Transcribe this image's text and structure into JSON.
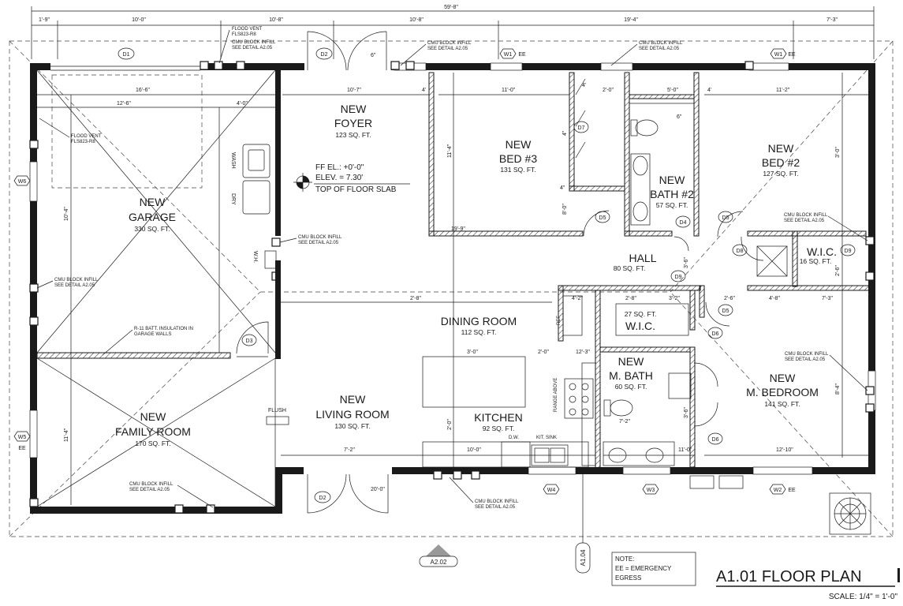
{
  "overall_dimension": "59'-8\"",
  "top_dimensions": [
    "1'-9\"",
    "10'-0\"",
    "10'-8\"",
    "10'-8\"",
    "19'-4\"",
    "7'-3\""
  ],
  "rooms": {
    "foyer": {
      "name": [
        "NEW",
        "FOYER"
      ],
      "area": "123 SQ. FT."
    },
    "bed3": {
      "name": [
        "NEW",
        "BED #3"
      ],
      "area": "131 SQ. FT."
    },
    "bath2": {
      "name": [
        "NEW",
        "BATH #2"
      ],
      "area": "57 SQ. FT."
    },
    "bed2": {
      "name": [
        "NEW",
        "BED #2"
      ],
      "area": "127 SQ. FT."
    },
    "garage": {
      "name": [
        "NEW",
        "GARAGE"
      ],
      "area": "330 SQ. FT."
    },
    "hall": {
      "name": [
        "HALL"
      ],
      "area": "80 SQ. FT."
    },
    "wic_small": {
      "name": [
        "W.I.C."
      ],
      "area": "16 SQ. FT."
    },
    "dining": {
      "name": [
        "DINING ROOM"
      ],
      "area": "112 SQ. FT."
    },
    "wic_master": {
      "name": [
        "W.I.C."
      ],
      "area": "27 SQ. FT."
    },
    "mbath": {
      "name": [
        "NEW",
        "M. BATH"
      ],
      "area": "60 SQ. FT."
    },
    "mbed": {
      "name": [
        "NEW",
        "M. BEDROOM"
      ],
      "area": "141 SQ. FT."
    },
    "living": {
      "name": [
        "NEW",
        "LIVING ROOM"
      ],
      "area": "130 SQ. FT."
    },
    "kitchen": {
      "name": [
        "KITCHEN"
      ],
      "area": "92 SQ. FT."
    },
    "family": {
      "name": [
        "NEW",
        "FAMILY ROOM"
      ],
      "area": "170 SQ. FT."
    }
  },
  "elevation_note": {
    "ff": "FF EL.: +0'-0\"",
    "elev": "ELEV. = 7.30'",
    "slab": "TOP OF FLOOR SLAB"
  },
  "callouts": {
    "flood_vent_top": [
      "FLOOD VENT",
      "FLS823-R8",
      "CMU BLOCK INFILL",
      "SEE DETAIL A2.05"
    ],
    "flood_vent_left": [
      "FLOOD VENT",
      "FLS823-R8"
    ],
    "cmu_top_mid": [
      "CMU BLOCK INFILL",
      "SEE DETAIL A2.05"
    ],
    "cmu_top_right": [
      "CMU BLOCK INFILL",
      "SEE DETAIL A2.05"
    ],
    "cmu_left": [
      "CMU BLOCK INFILL",
      "SEE DETAIL A2.05"
    ],
    "cmu_center": [
      "CMU BLOCK INFILL",
      "SEE DETAIL A2.05"
    ],
    "batt": [
      "R-11 BATT. INSULATION IN",
      "GARAGE WALLS"
    ],
    "cmu_right_top": [
      "CMU BLOCK INFILL",
      "SEE DETAIL A2.05"
    ],
    "cmu_right_mid": [
      "CMU BLOCK INFILL",
      "SEE DETAIL A2.05"
    ],
    "cmu_bottom_left": [
      "CMU BLOCK INFILL",
      "SEE DETAIL A2.05"
    ],
    "cmu_bottom_mid": [
      "CMU BLOCK INFILL",
      "SEE DETAIL A2.05"
    ]
  },
  "fixtures": {
    "wash": "WASH",
    "dry": "DRY",
    "wh": "W.H.",
    "flush": "FLUSH",
    "dw": "D.W.",
    "kit_sink": "KIT. SINK",
    "ref": "REF",
    "range": "RANGE ABOVE"
  },
  "door_tags": [
    "D1",
    "D2",
    "D2",
    "D3",
    "D4",
    "D5",
    "D5",
    "D5",
    "D6",
    "D6",
    "D7",
    "D8",
    "D9",
    "D9"
  ],
  "window_tags": [
    "W1",
    "W1",
    "W2",
    "W3",
    "W4",
    "W5",
    "W6"
  ],
  "egress_labels": [
    "EE",
    "EE",
    "EE",
    "EE"
  ],
  "section_tags": [
    "A2.02",
    "A1.04"
  ],
  "interior_dims": [
    "16'-6\"",
    "12'-6\"",
    "4'-0\"",
    "10'-7\"",
    "11'-0\"",
    "2'-0\"",
    "5'-0\"",
    "11'-2\"",
    "4'",
    "4'",
    "4'",
    "6\"",
    "6\"",
    "20'-0\"",
    "10'-4\"",
    "11'-4\"",
    "11'-4\"",
    "3'-0\"",
    "8'-0\"",
    "4\"",
    "4\"",
    "19'-9\"",
    "2'-8\"",
    "4'-2\"",
    "2'-8\"",
    "3'-2\"",
    "2'-6\"",
    "4'-8\"",
    "7'-3\"",
    "3'-0\"",
    "2'-0\"",
    "12'-3\"",
    "10'-0\"",
    "7'-2\"",
    "7'-2\"",
    "11'-0\"",
    "12'-10\"",
    "8'-4\"",
    "3'-6\"",
    "3'-6\"",
    "2'-6\"",
    "2'-0\""
  ],
  "note_box": [
    "NOTE:",
    "EE = EMERGENCY",
    "EGRESS"
  ],
  "title": "A1.01 FLOOR PLAN",
  "scale": "SCALE: 1/4\" = 1'-0\""
}
